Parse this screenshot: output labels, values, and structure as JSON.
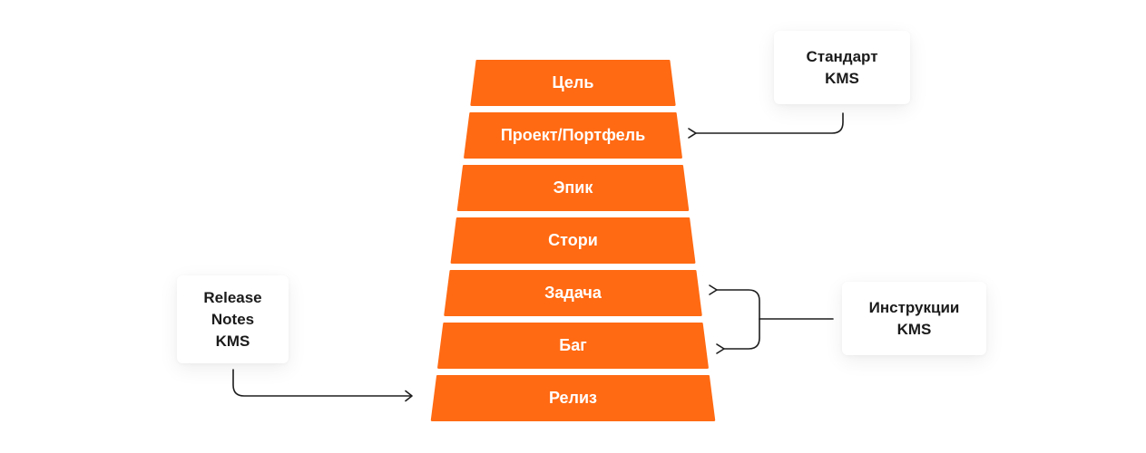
{
  "colors": {
    "tier_fill": "#FF6A13",
    "tier_text": "#FFFFFF",
    "arrow": "#1E1E1E",
    "note_text": "#1B1B1B",
    "background": "#FFFFFF"
  },
  "pyramid": {
    "tiers": [
      {
        "label": "Цель"
      },
      {
        "label": "Проект/Портфель"
      },
      {
        "label": "Эпик"
      },
      {
        "label": "Стори"
      },
      {
        "label": "Задача"
      },
      {
        "label": "Баг"
      },
      {
        "label": "Релиз"
      }
    ]
  },
  "notes": {
    "standard": {
      "lines": [
        "Стандарт",
        "KMS"
      ],
      "points_to": [
        "Проект/Портфель"
      ]
    },
    "instructions": {
      "lines": [
        "Инструкции",
        "KMS"
      ],
      "points_to": [
        "Задача",
        "Баг"
      ]
    },
    "release_notes": {
      "lines": [
        "Release",
        "Notes",
        "KMS"
      ],
      "points_to": [
        "Релиз"
      ]
    }
  }
}
